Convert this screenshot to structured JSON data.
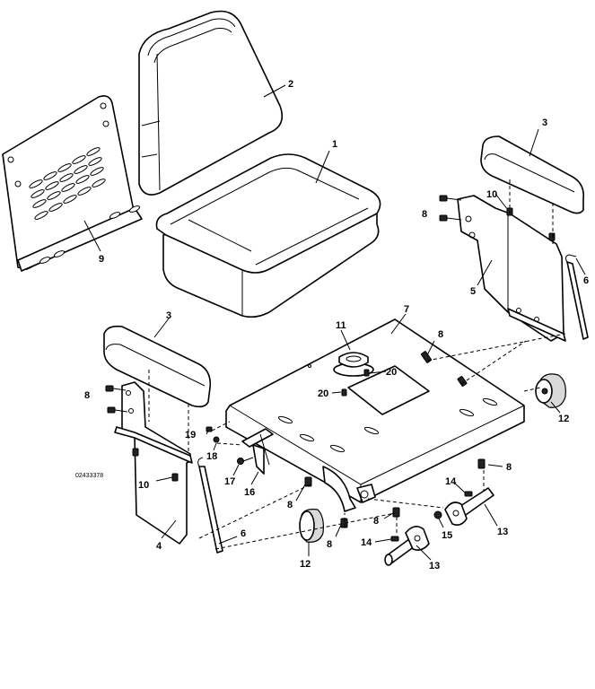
{
  "drawing_number": "02433378",
  "callouts": {
    "c1": "1",
    "c2": "2",
    "c3a": "3",
    "c3b": "3",
    "c4": "4",
    "c5": "5",
    "c6a": "6",
    "c6b": "6",
    "c7": "7",
    "c8a": "8",
    "c8b": "8",
    "c8c": "8",
    "c8d": "8",
    "c8e": "8",
    "c8f": "8",
    "c8g": "8",
    "c9": "9",
    "c10a": "10",
    "c10b": "10",
    "c11": "11",
    "c12a": "12",
    "c12b": "12",
    "c13a": "13",
    "c13b": "13",
    "c14a": "14",
    "c14b": "14",
    "c15": "15",
    "c16": "16",
    "c17": "17",
    "c18": "18",
    "c19": "19",
    "c20a": "20",
    "c20b": "20"
  }
}
